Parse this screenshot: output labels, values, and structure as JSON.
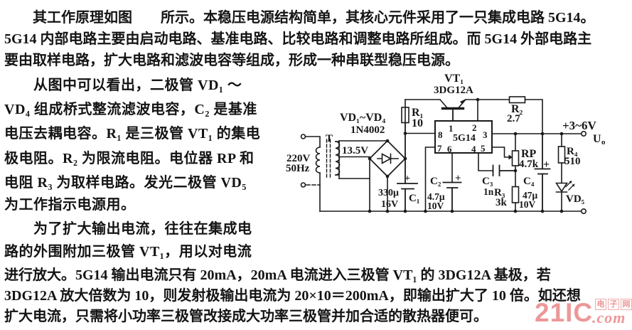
{
  "text": {
    "p1_lines": [
      "　　其工作原理如图　　所示。本稳压电源结构简单，其核心元件采用了一只集成电路 5G14。",
      "5G14 内部电路主要由启动电路、基准电路、比较电路和调整电路所组成。而 5G14 外部电路主",
      "要由取样电路，扩大电路和滤波电容等组成，形成一种串联型稳压电源。"
    ],
    "p2_lines": [
      "　　从图中可以看出，二极管 VD₁ ～",
      "VD₄ 组成桥式整流滤波电容，C₂ 是基准",
      "电压去耦电容。R₁ 是三极管 VT₁ 的集电",
      "极电阻。R₂ 为限流电阻。电位器 RP 和",
      "电阻 R₃ 为取样电路。发光二极管 VD₅",
      "为工作指示电源用。"
    ],
    "p3_lines": [
      "　　为了扩大输出电流，往往在集成电",
      "路的外围附加三极管 VT₁，用以对电流"
    ],
    "p4_lines": [
      "进行放大。5G14 输出电流只有 20mA，20mA 电流进入三极管 VT₁ 的 3DG12A 基极，若",
      "3DG12A 放大倍数为 10，则发射极输出电流为 20×10＝200mA，即输出扩大了 10 倍。如还想",
      "扩大电流，只需将小功率三极管改接成大功率三极管并加合适的散热器便可。"
    ]
  },
  "circuit": {
    "labels": {
      "transformer": "T",
      "mains_v": "220V",
      "mains_f": "50Hz",
      "diodes": "VD₁~VD₄",
      "diode_type": "1N4002",
      "secondary_v": "13.5V",
      "c1": "C₁",
      "c1_value": "330μ",
      "c1_v": "16V",
      "c1_plus": "+",
      "r1": "R₁",
      "r1_value": "10",
      "vt1": "VT₁",
      "vt1_type": "3DG12A",
      "ic": "5G14",
      "pin1": "1",
      "pin2": "2",
      "pin3": "3",
      "pin4": "4",
      "pin5": "5",
      "pin6": "6",
      "pin7": "7",
      "pin8": "8",
      "r2": "R₂",
      "r2_value": "2.7",
      "c2": "C₂",
      "c2_value": "4.7μ",
      "c2_v": "10V",
      "c2_plus": "+",
      "c3": "C₃",
      "c3_value": "1n",
      "r3": "R₃",
      "r3_value": "3k",
      "rp": "RP",
      "rp_value": "4.7k",
      "c4": "C₄",
      "c4_value": "47μ",
      "c4_v": "10V",
      "c4_plus": "+",
      "r4": "R₄",
      "r4_value": "510",
      "vd5": "VD₅",
      "output_v": "+3~6V",
      "output_u": "U",
      "output_u_sub": "o"
    }
  },
  "watermark": {
    "brand": "21IC",
    "cn": [
      "电",
      "子",
      "网"
    ],
    "dot_com": ".com",
    "color": "#ec9898"
  }
}
